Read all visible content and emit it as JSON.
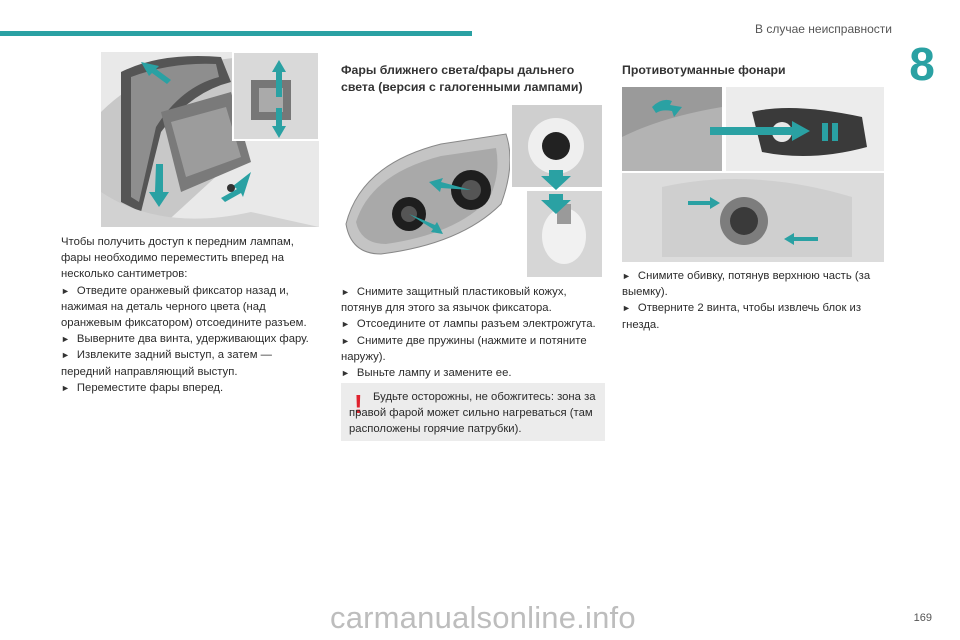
{
  "header": {
    "chapter_title": "В случае неисправности",
    "chapter_number": "8",
    "accent_color": "#2aa1a3"
  },
  "left": {
    "intro": "Чтобы получить доступ к передним лампам, фары необходимо переместить вперед на несколько сантиметров:",
    "steps": [
      "Отведите оранжевый фиксатор назад и, нажимая на деталь черного цвета (над оранжевым фиксатором) отсоедините разъем.",
      "Выверните два винта, удерживающих фару.",
      "Извлеките задний выступ, а затем — передний направляющий выступ.",
      "Переместите фары вперед."
    ]
  },
  "middle": {
    "heading": "Фары ближнего света/фары дальнего света (версия с галогенными лампами)",
    "steps": [
      "Снимите защитный пластиковый кожух, потянув для этого за язычок фиксатора.",
      "Отсоедините от лампы разъем электрожгута.",
      "Снимите две пружины (нажмите и потяните наружу).",
      "Выньте лампу и замените ее."
    ],
    "warning": "Будьте осторожны, не обожгитесь: зона за правой фарой может сильно нагреваться (там расположены горячие патрубки).",
    "warning_color": "#e0222e"
  },
  "right": {
    "heading": "Противотуманные фонари",
    "steps": [
      "Снимите обивку, потянув верхнюю часть (за выемку).",
      "Отверните 2 винта, чтобы извлечь блок из гнезда."
    ]
  },
  "footer": {
    "page_number": "169",
    "watermark": "carmanualsonline.info"
  }
}
